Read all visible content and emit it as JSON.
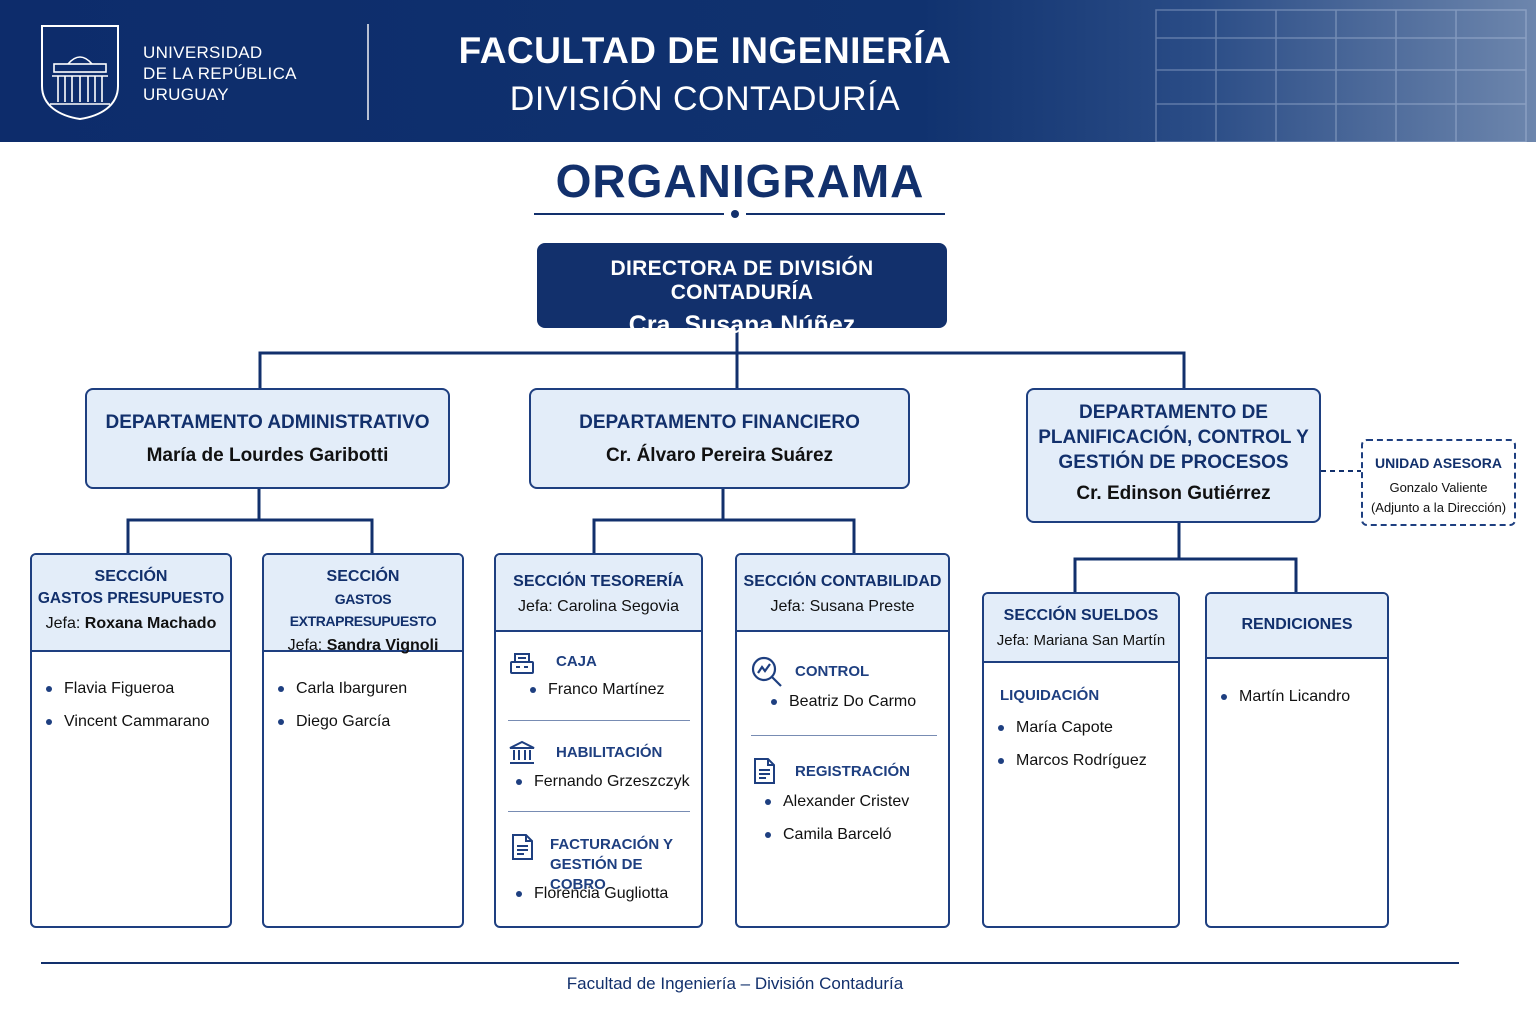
{
  "header": {
    "university_lines": [
      "UNIVERSIDAD",
      "DE LA REPÚBLICA",
      "URUGUAY"
    ],
    "title": "FACULTAD DE INGENIERÍA",
    "subtitle": "DIVISIÓN CONTADURÍA"
  },
  "page_title": "ORGANIGRAMA",
  "director": {
    "role": "DIRECTORA DE DIVISIÓN CONTADURÍA",
    "name": "Cra. Susana Núñez"
  },
  "departments": {
    "admin": {
      "name": "DEPARTAMENTO ADMINISTRATIVO",
      "head": "María de Lourdes Garibotti"
    },
    "finance": {
      "name": "DEPARTAMENTO FINANCIERO",
      "head": "Cr. Álvaro Pereira Suárez"
    },
    "planning": {
      "name_lines": [
        "DEPARTAMENTO DE",
        "PLANIFICACIÓN, CONTROL Y",
        "GESTIÓN DE PROCESOS"
      ],
      "head": "Cr. Edinson Gutiérrez"
    }
  },
  "advisory": {
    "name": "UNIDAD ASESORA",
    "person": "Gonzalo Valiente",
    "note": "(Adjunto a la Dirección)"
  },
  "sections": {
    "gastos_presupuesto": {
      "name_lines": [
        "SECCIÓN",
        "GASTOS PRESUPUESTO"
      ],
      "boss_label": "Jefa:",
      "boss": "Roxana Machado",
      "members": [
        "Flavia Figueroa",
        "Vincent Cammarano"
      ]
    },
    "gastos_extra": {
      "name_lines": [
        "SECCIÓN",
        "GASTOS EXTRAPRESUPUESTO"
      ],
      "boss_label": "Jefa:",
      "boss": "Sandra Vignoli",
      "members": [
        "Carla Ibarguren",
        "Diego García"
      ]
    },
    "tesoreria": {
      "name": "SECCIÓN TESORERÍA",
      "boss_line": "Jefa: Carolina Segovia",
      "subunits": [
        {
          "title": "CAJA",
          "icon": "cash-register-icon",
          "members": [
            "Franco Martínez"
          ]
        },
        {
          "title": "HABILITACIÓN",
          "icon": "bank-icon",
          "members": [
            "Fernando Grzeszczyk"
          ]
        },
        {
          "title_lines": [
            "FACTURACIÓN Y",
            "GESTIÓN DE COBRO"
          ],
          "icon": "document-icon",
          "members": [
            "Florencia Gugliotta"
          ]
        }
      ]
    },
    "contabilidad": {
      "name": "SECCIÓN CONTABILIDAD",
      "boss_line": "Jefa: Susana Preste",
      "subunits": [
        {
          "title": "CONTROL",
          "icon": "magnifier-chart-icon",
          "members": [
            "Beatriz Do Carmo"
          ]
        },
        {
          "title": "REGISTRACIÓN",
          "icon": "document-icon",
          "members": [
            "Alexander Cristev",
            "Camila Barceló"
          ]
        }
      ]
    },
    "sueldos": {
      "name": "SECCIÓN SUELDOS",
      "boss_line": "Jefa: Mariana San Martín",
      "subunit_title": "LIQUIDACIÓN",
      "members": [
        "María Capote",
        "Marcos Rodríguez"
      ]
    },
    "rendiciones": {
      "name": "RENDICIONES",
      "members": [
        "Martín Licandro"
      ]
    }
  },
  "footer": "Facultad de Ingeniería – División Contaduría",
  "colors": {
    "primary": "#12306c",
    "accent": "#1e3f80",
    "light_fill": "#e3edf9"
  }
}
